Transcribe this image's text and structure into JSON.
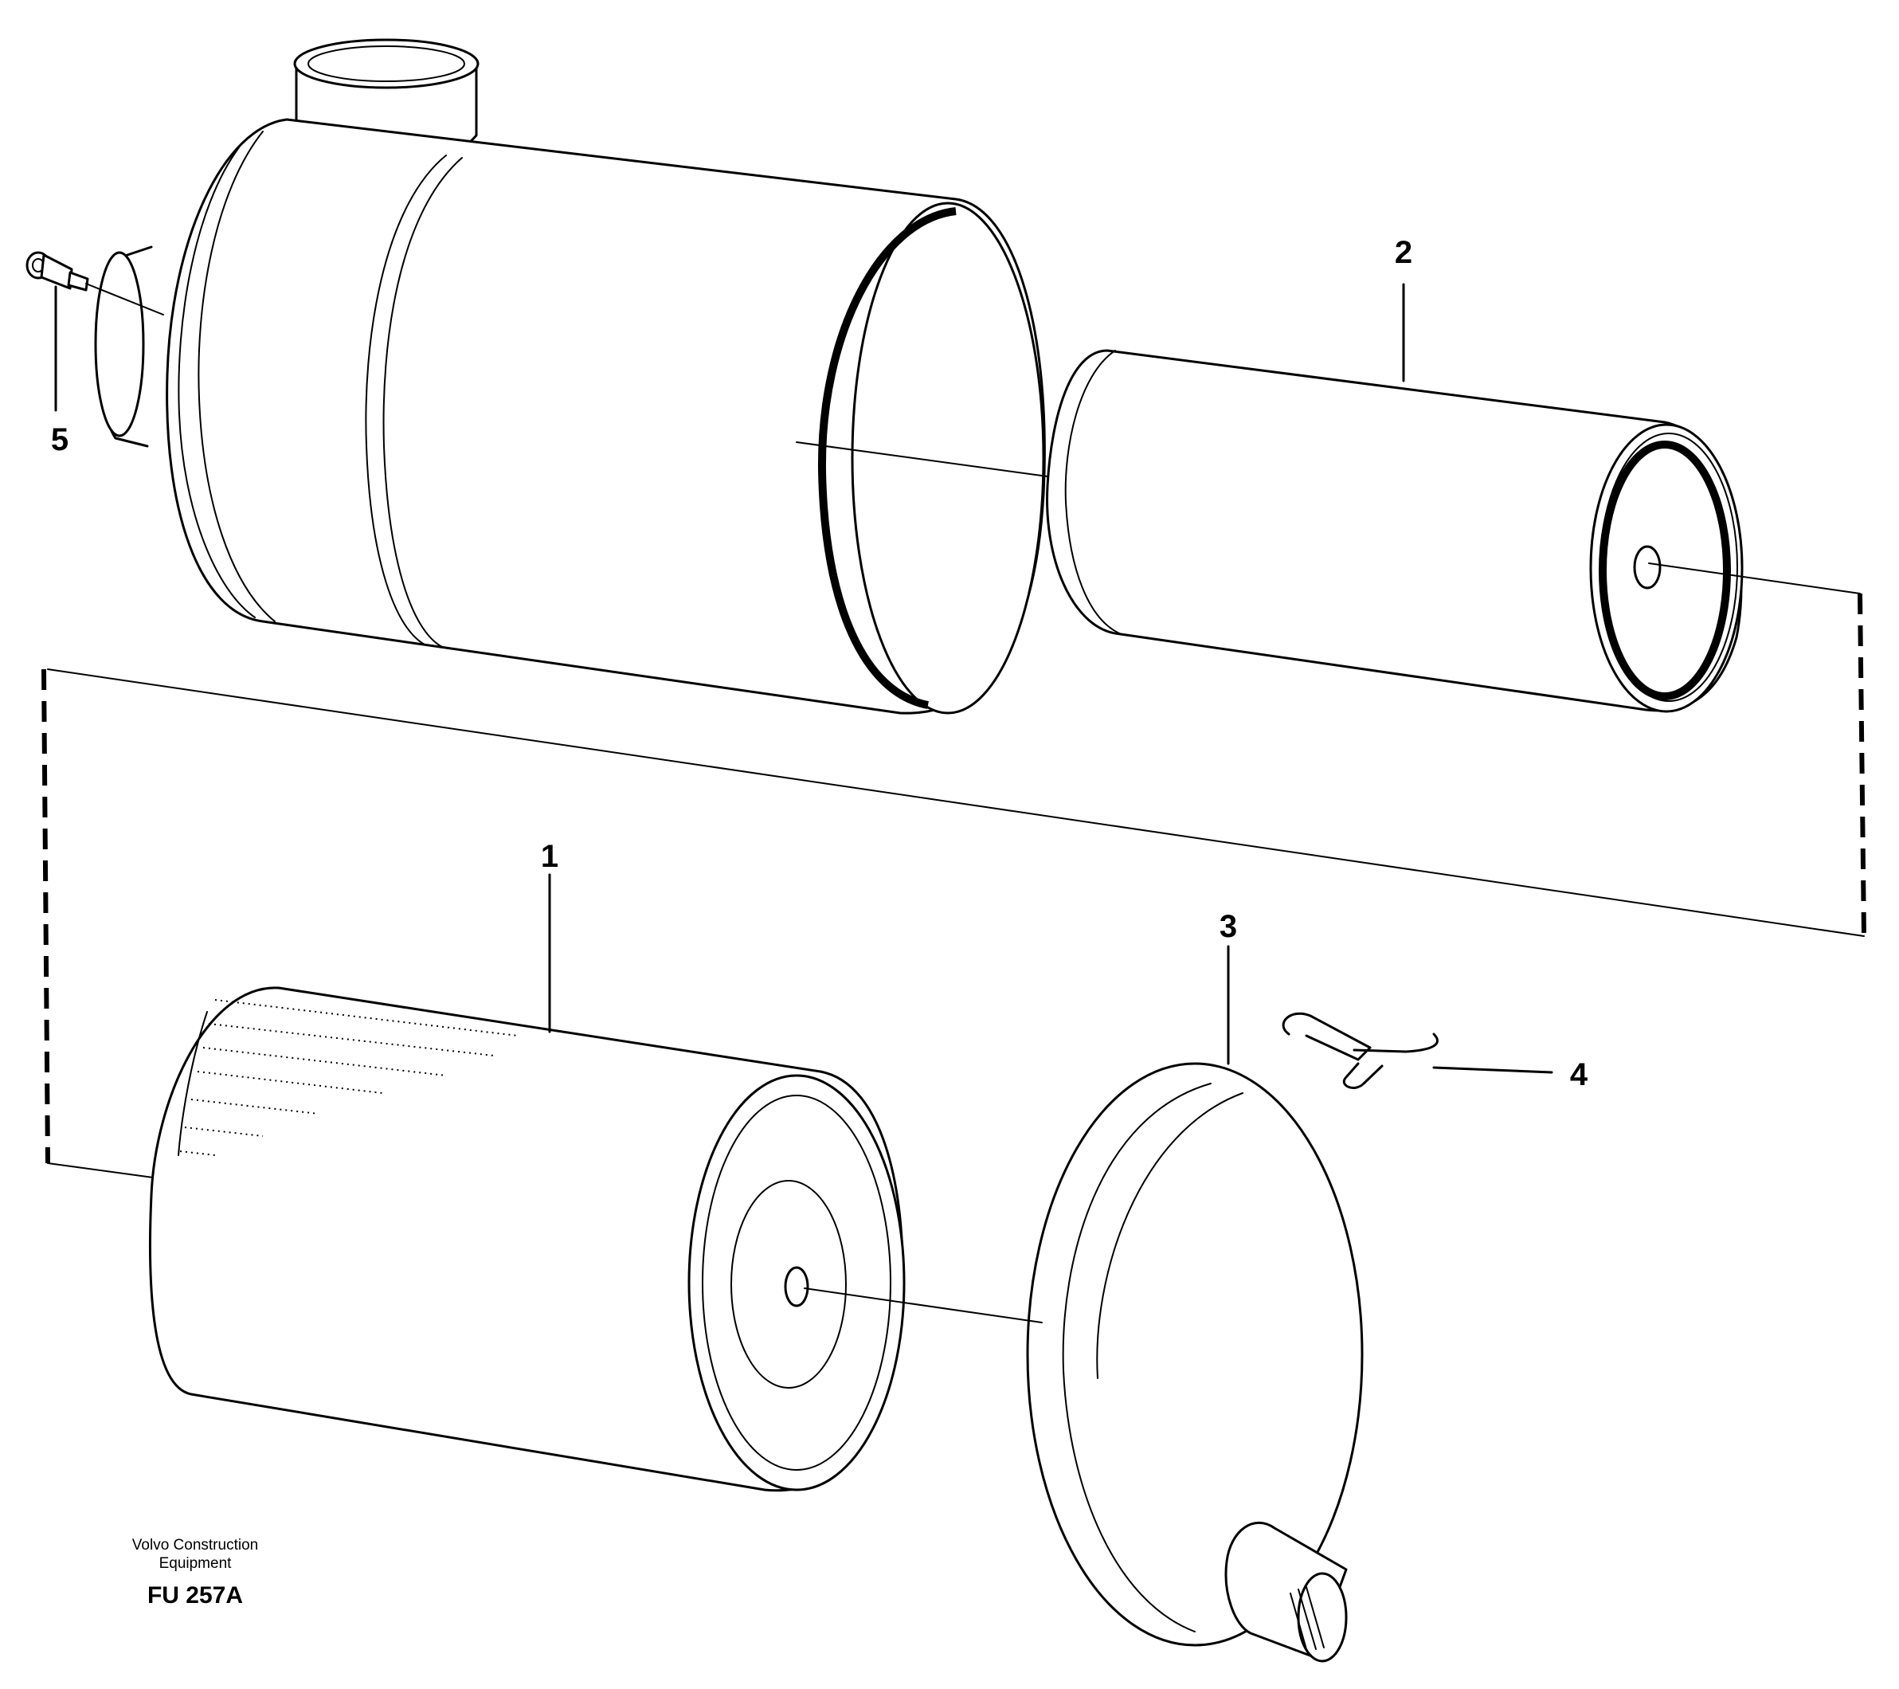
{
  "diagram": {
    "callouts": {
      "item1": "1",
      "item2": "2",
      "item3": "3",
      "item4": "4",
      "item5": "5"
    },
    "caption": {
      "line1": "Volvo Construction",
      "line2": "Equipment",
      "code": "FU 257A"
    }
  }
}
